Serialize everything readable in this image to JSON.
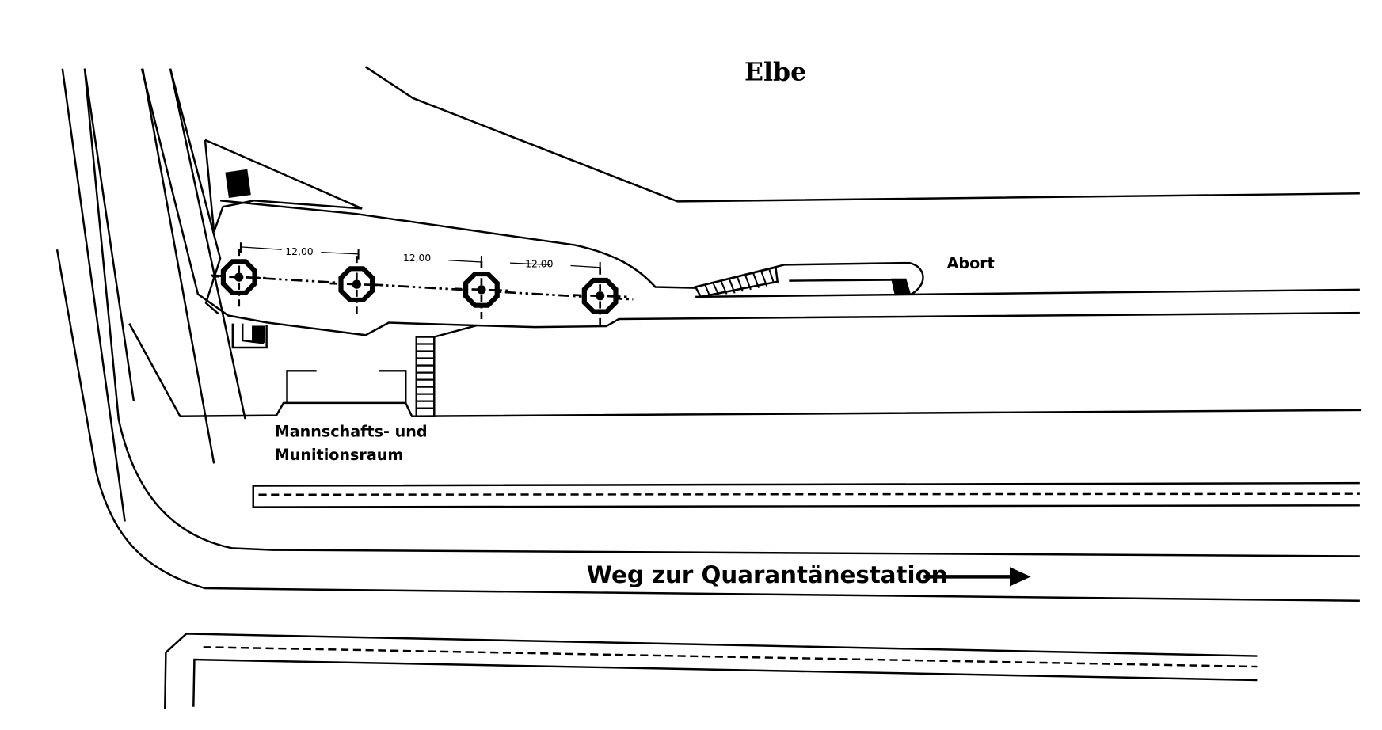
{
  "title": "Elbe",
  "labels": {
    "abort": "Abort",
    "crew_room_line1": "Mannschafts- und",
    "crew_room_line2": "Munitionsraum",
    "road": "Weg zur Quarantänestation"
  },
  "gun_emplacements": {
    "count": 4,
    "spacing_labels": [
      "12,00",
      "12,00",
      "12,00"
    ]
  },
  "icons": {
    "road_arrow": "arrow-right-icon",
    "gun_position": "octagon-crosshair-icon",
    "stairs": "stairs-icon"
  },
  "colors": {
    "line": "#000000",
    "background": "#ffffff"
  }
}
